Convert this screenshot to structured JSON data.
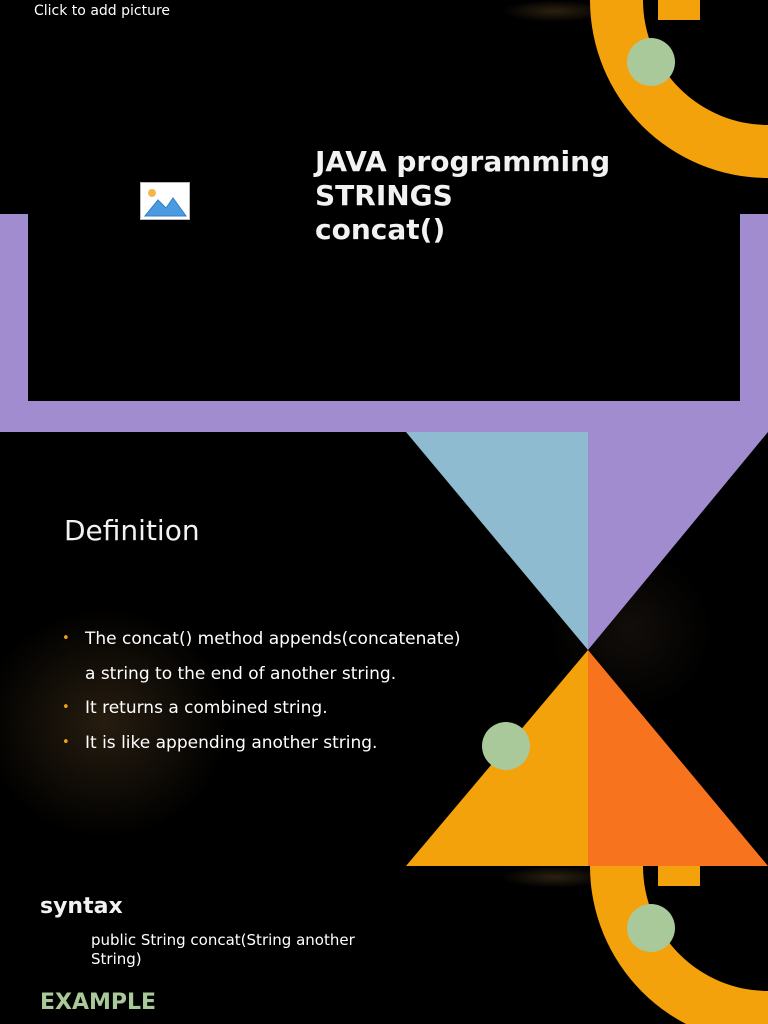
{
  "slide1": {
    "picture_placeholder_text": "Click to add picture",
    "title_lines": [
      "JAVA programming",
      "STRINGS",
      "concat()"
    ]
  },
  "slide2": {
    "heading": "Definition",
    "bullets": [
      "The concat() method appends(concatenate) a  string to the end of another string.",
      "It returns a combined string.",
      "It is like appending another string."
    ],
    "bullet_marker": "•"
  },
  "slide3": {
    "syntax_heading": "syntax",
    "syntax_code": "public String concat(String another String)",
    "example_heading": "EXAMPLE"
  },
  "colors": {
    "orange": "#f4a20c",
    "dark_orange": "#f7731d",
    "purple": "#a28cd0",
    "light_blue": "#8fbbd0",
    "sage_green": "#a9c99a",
    "background": "#000000"
  },
  "icons": {
    "picture_placeholder": "picture-icon"
  }
}
